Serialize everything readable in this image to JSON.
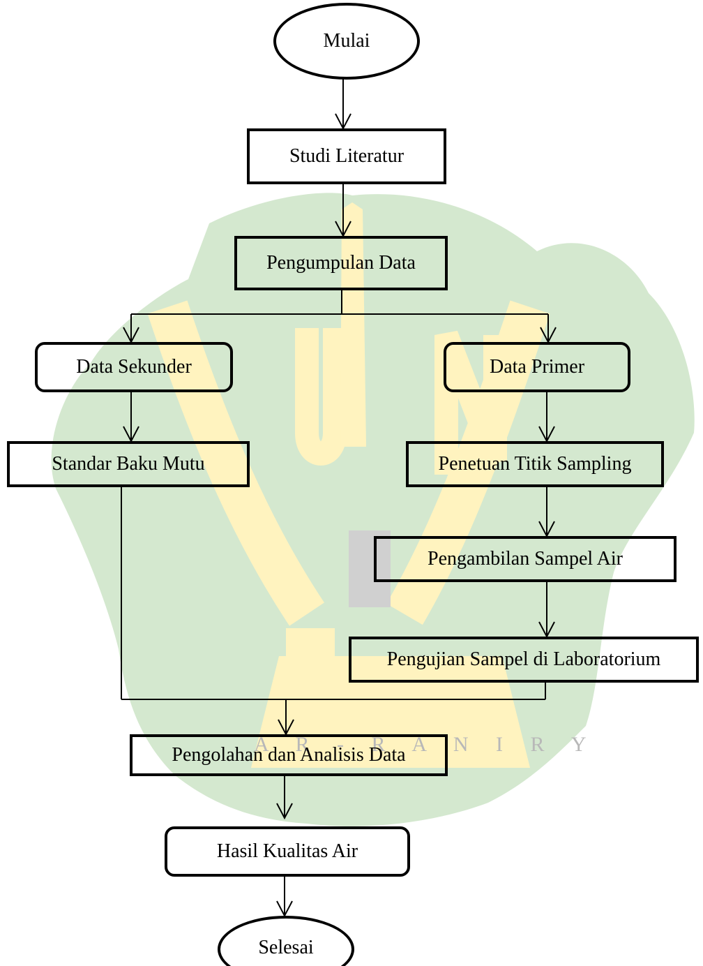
{
  "watermark": {
    "text": "A R - R A N I R Y",
    "green": "#d4e8cf",
    "yellow": "#fff3bf",
    "gray": "#d0d0d0"
  },
  "nodes": {
    "start": "Mulai",
    "literature": "Studi Literatur",
    "collection": "Pengumpulan Data",
    "secondary": "Data Sekunder",
    "primary": "Data Primer",
    "standard": "Standar Baku Mutu",
    "sampling_point": "Penetuan Titik Sampling",
    "sample_taking": "Pengambilan Sampel Air",
    "lab_test": "Pengujian Sampel di Laboratorium",
    "analysis": "Pengolahan dan Analisis Data",
    "result": "Hasil Kualitas Air",
    "end": "Selesai"
  }
}
